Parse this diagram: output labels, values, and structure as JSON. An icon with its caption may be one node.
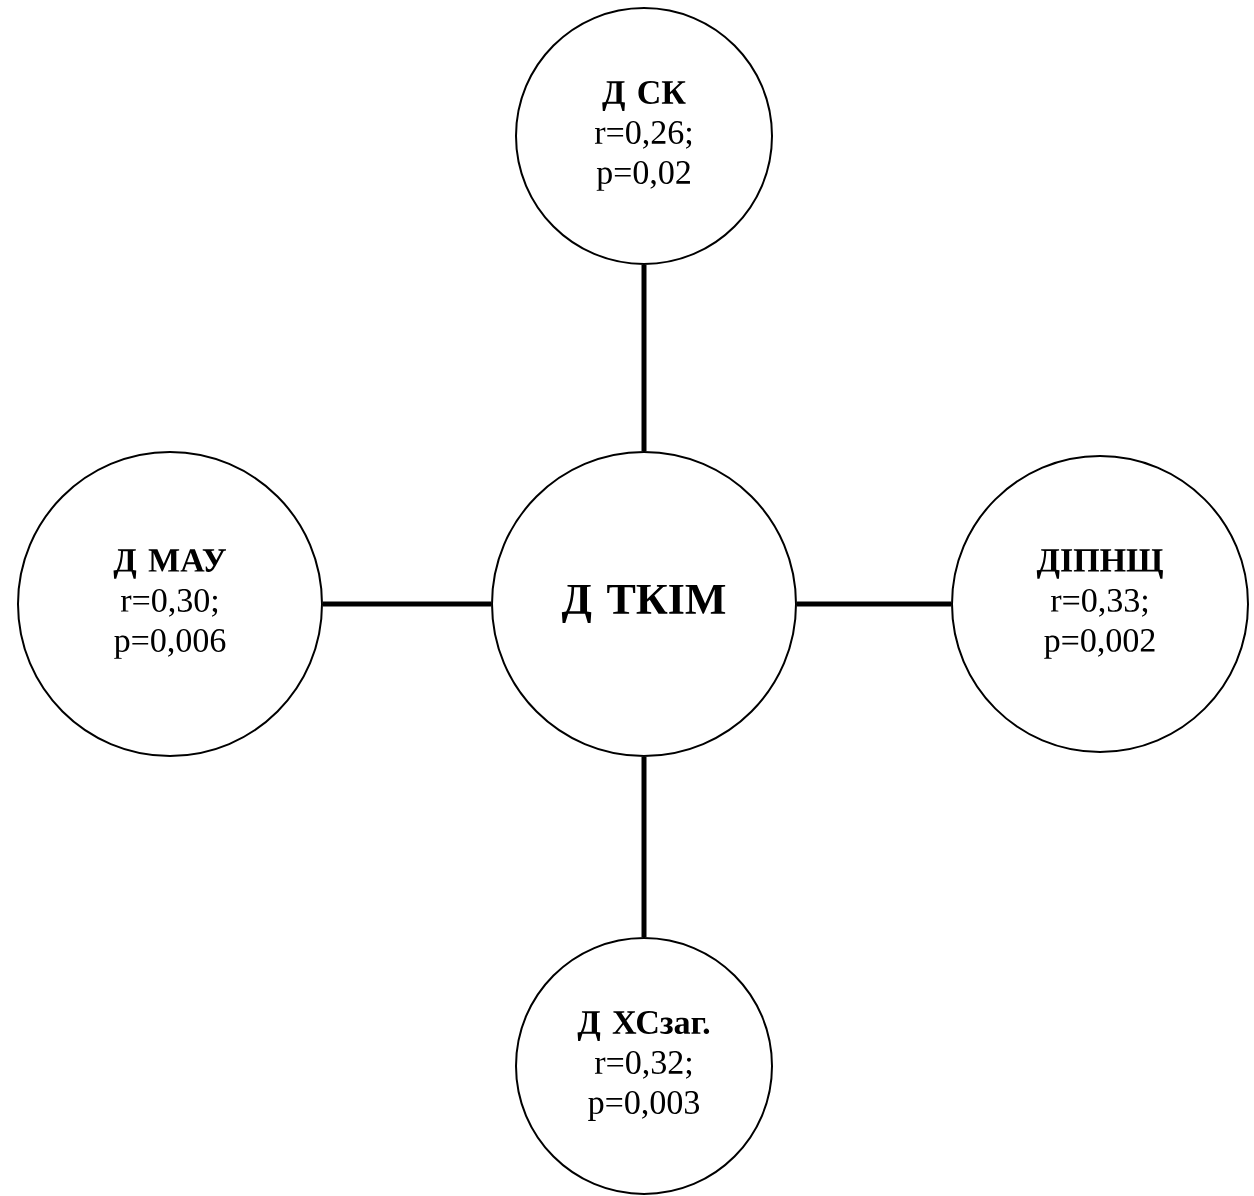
{
  "diagram": {
    "nodes": [
      {
        "text": [
          "Д ТКІМ"
        ]
      },
      {
        "text": [
          "Д СК",
          "r=0,26; p=0,02"
        ]
      },
      {
        "text": [
          "Д МАУ",
          "r=0,30; p=0,006"
        ]
      },
      {
        "text": [
          "ДІПНЩ",
          "r=0,33; p=0,002"
        ]
      },
      {
        "text": [
          "Д ХСзаг.",
          "r=0,32; p=0,003"
        ]
      }
    ],
    "edges": [
      {
        "from": 0,
        "to": 1,
        "arrow": "none"
      },
      {
        "from": 0,
        "to": 2,
        "arrow": "none"
      },
      {
        "from": 0,
        "to": 3,
        "arrow": "none"
      },
      {
        "from": 0,
        "to": 4,
        "arrow": "none"
      }
    ]
  }
}
